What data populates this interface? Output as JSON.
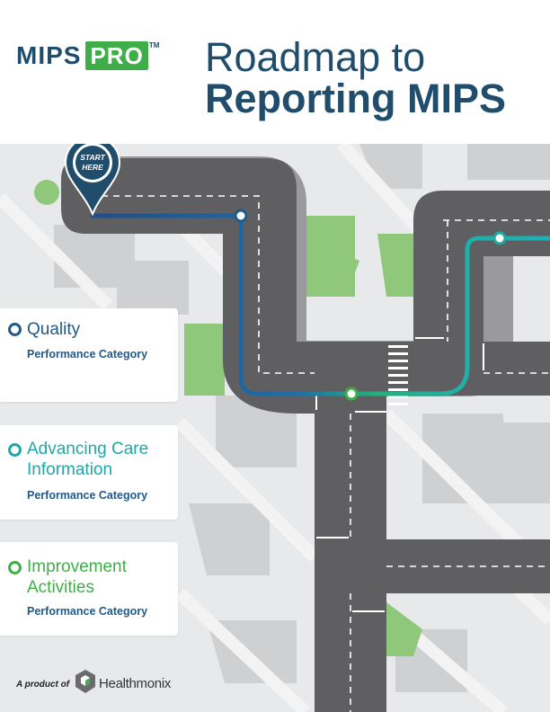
{
  "logo": {
    "mips": "MIPS",
    "pro": "PRO",
    "tm": "TM"
  },
  "title": {
    "line1": "Roadmap to",
    "line2": "Reporting MIPS"
  },
  "marker": {
    "line1": "START",
    "line2": "HERE"
  },
  "categories": [
    {
      "name_lines": [
        "Quality"
      ],
      "subtitle": "Performance Category",
      "color": "#1f5a8a"
    },
    {
      "name_lines": [
        "Advancing Care",
        "Information"
      ],
      "subtitle": "Performance Category",
      "color": "#1ea8a8"
    },
    {
      "name_lines": [
        "Improvement",
        "Activities"
      ],
      "subtitle": "Performance Category",
      "color": "#3fae49"
    }
  ],
  "footer": {
    "product_of": "A product of",
    "company": "Healthmonix"
  },
  "colors": {
    "navy": "#1f4d6b",
    "blue": "#1f5a8a",
    "teal": "#1ea8a8",
    "green": "#3fae49",
    "road": "#5f5f61"
  }
}
